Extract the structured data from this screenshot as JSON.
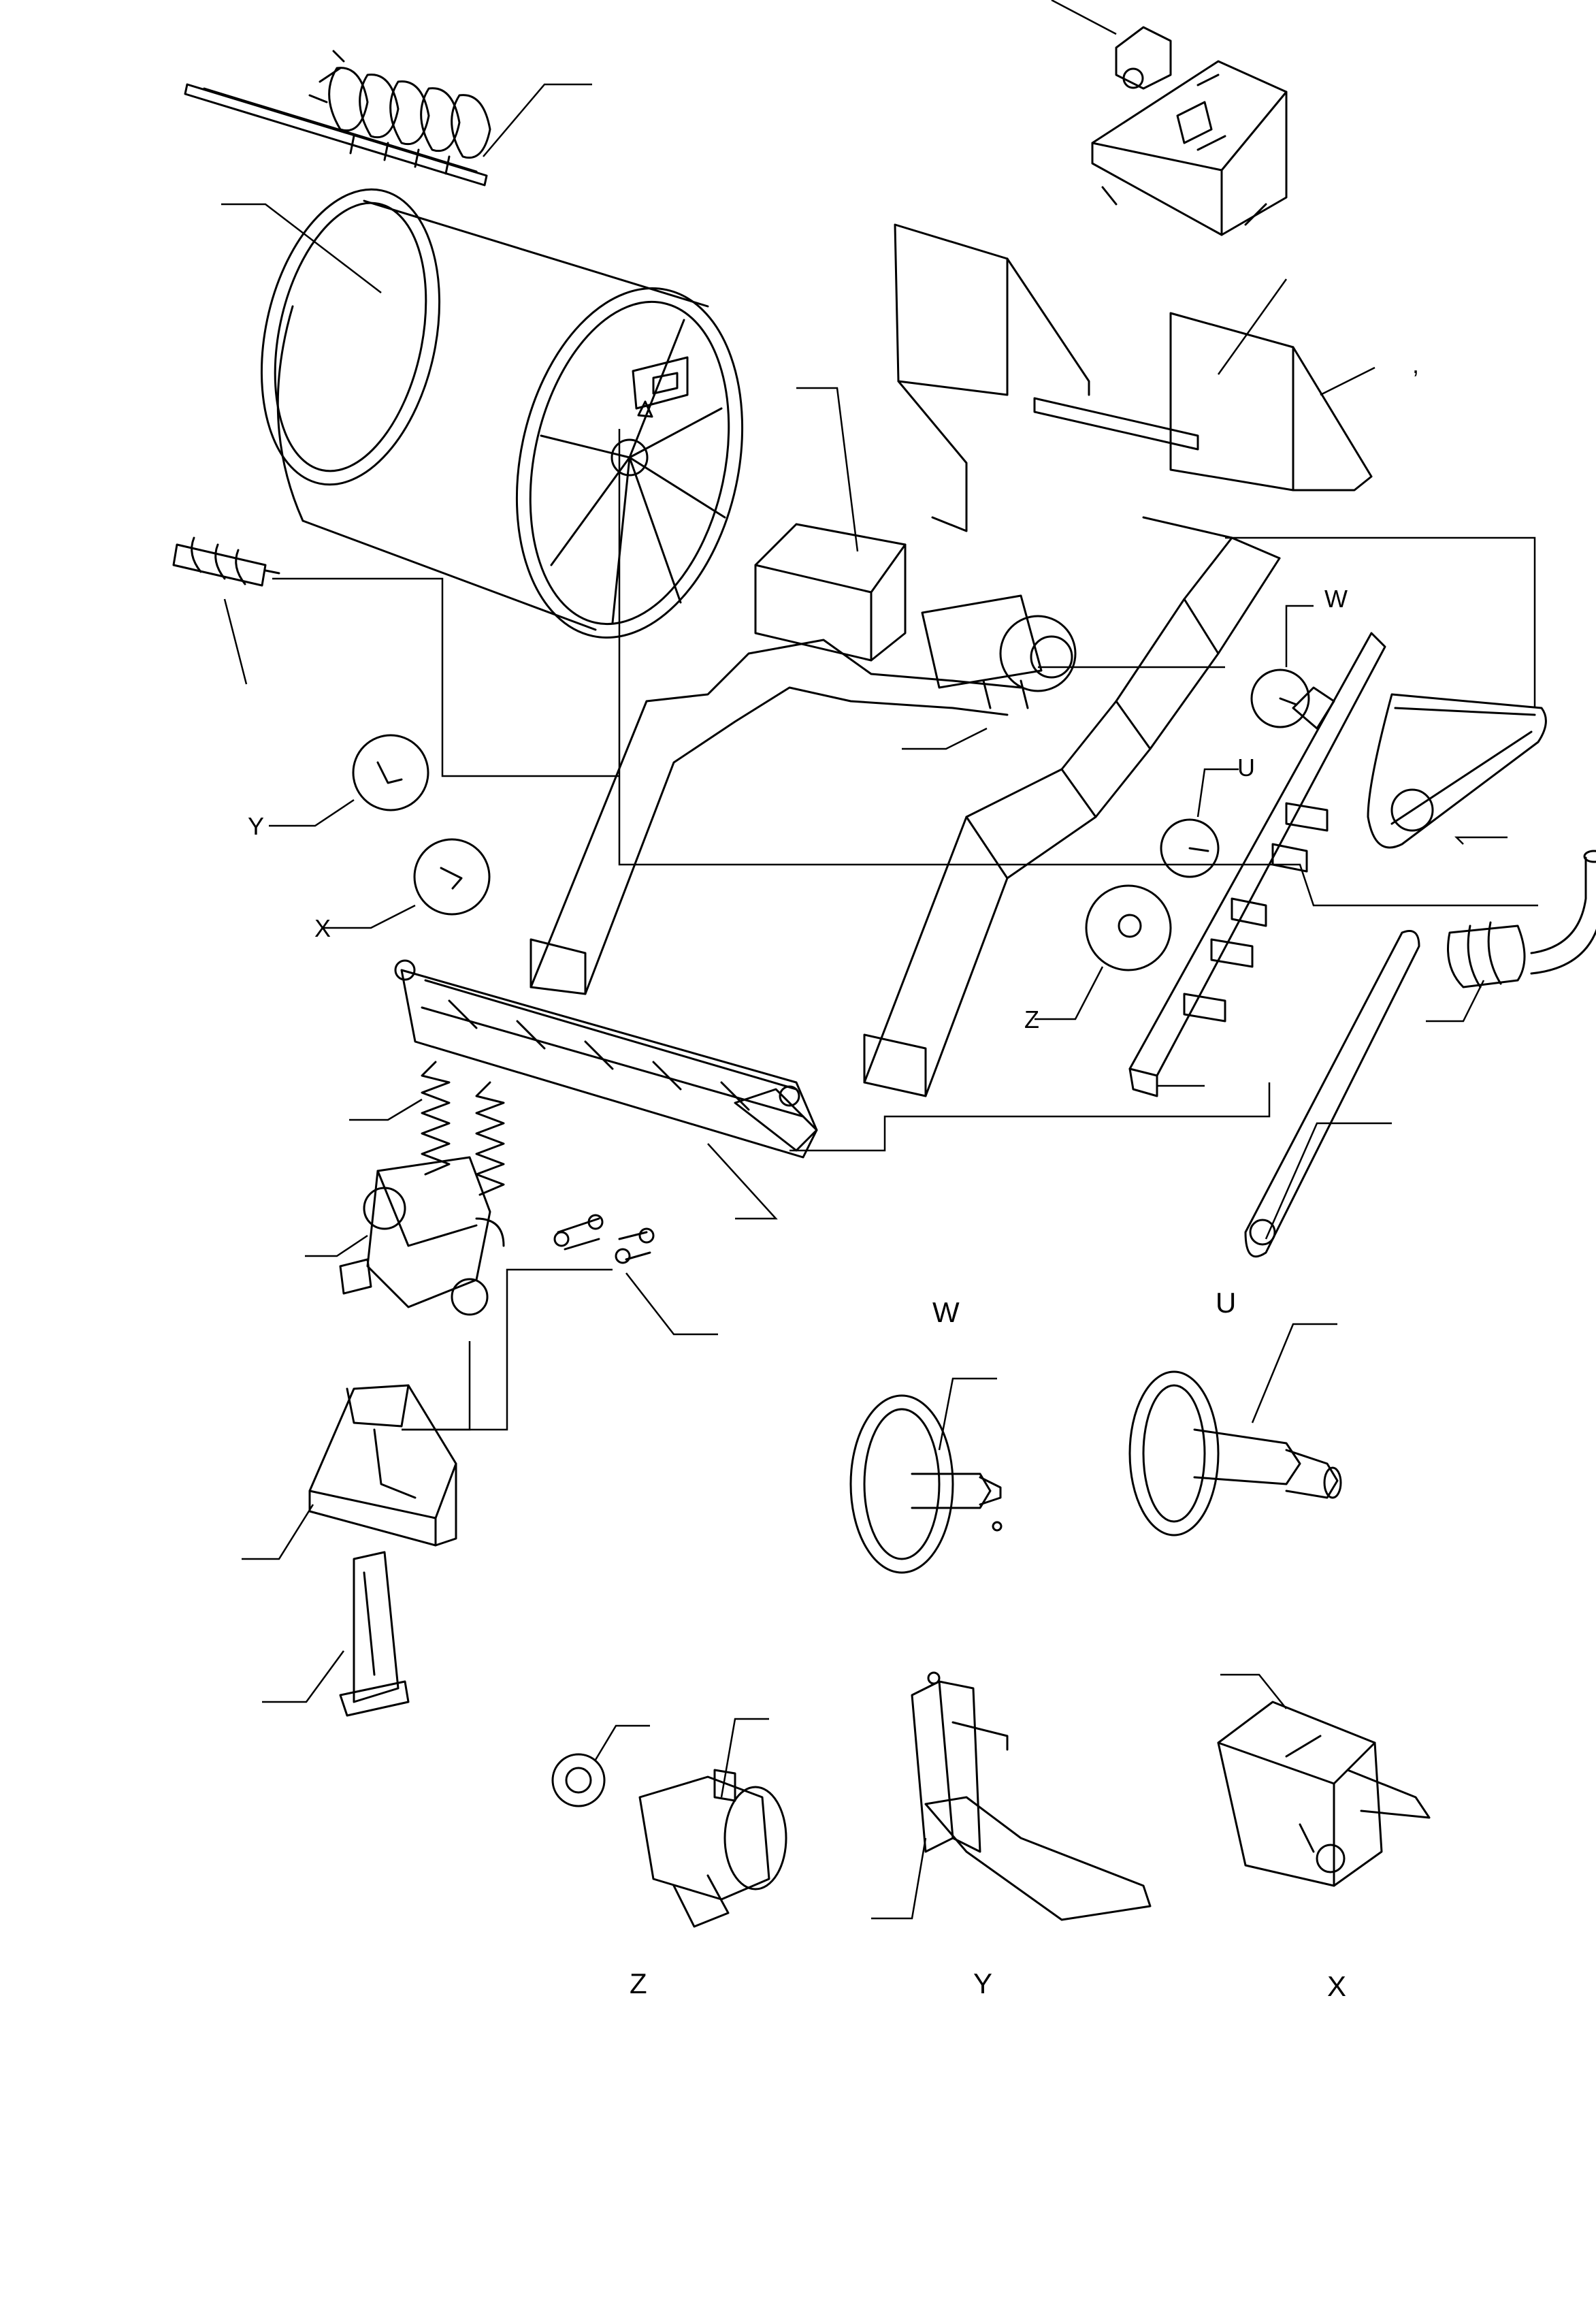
{
  "diagram": {
    "callout_letters": {
      "w": "W",
      "u": "U",
      "y": "Y",
      "x": "X",
      "z": "Z"
    },
    "detail_titles": {
      "w": "W",
      "u": "U",
      "z": "Z",
      "y": "Y",
      "x": "X"
    },
    "stray_mark": ","
  }
}
